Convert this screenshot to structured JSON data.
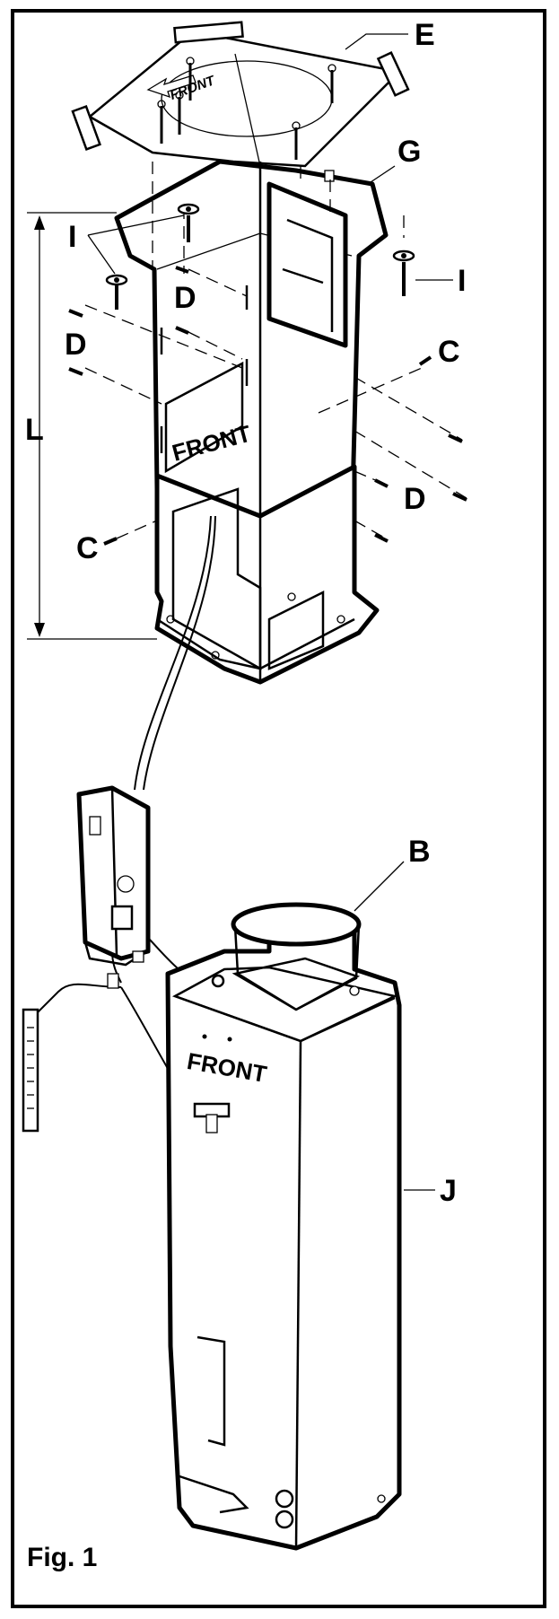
{
  "labels": {
    "E": "E",
    "G": "G",
    "I_left": "I",
    "I_right": "I",
    "D_upper": "D",
    "D_left": "D",
    "D_right": "D",
    "C_right": "C",
    "C_left": "C",
    "L": "L",
    "B": "B",
    "J": "J"
  },
  "text": {
    "front_plate": "FRONT",
    "front_chimney": "FRONT",
    "front_blower": "FRONT",
    "caption": "Fig. 1"
  }
}
